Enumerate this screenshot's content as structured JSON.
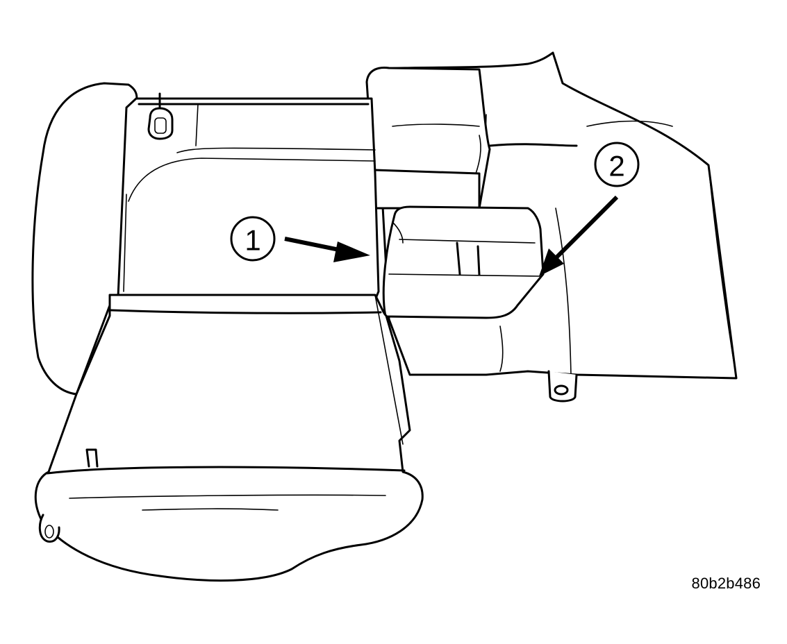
{
  "figure": {
    "id_label": "80b2b486"
  },
  "callouts": [
    {
      "number": "1"
    },
    {
      "number": "2"
    }
  ],
  "colors": {
    "line": "#000000",
    "background": "#ffffff"
  }
}
